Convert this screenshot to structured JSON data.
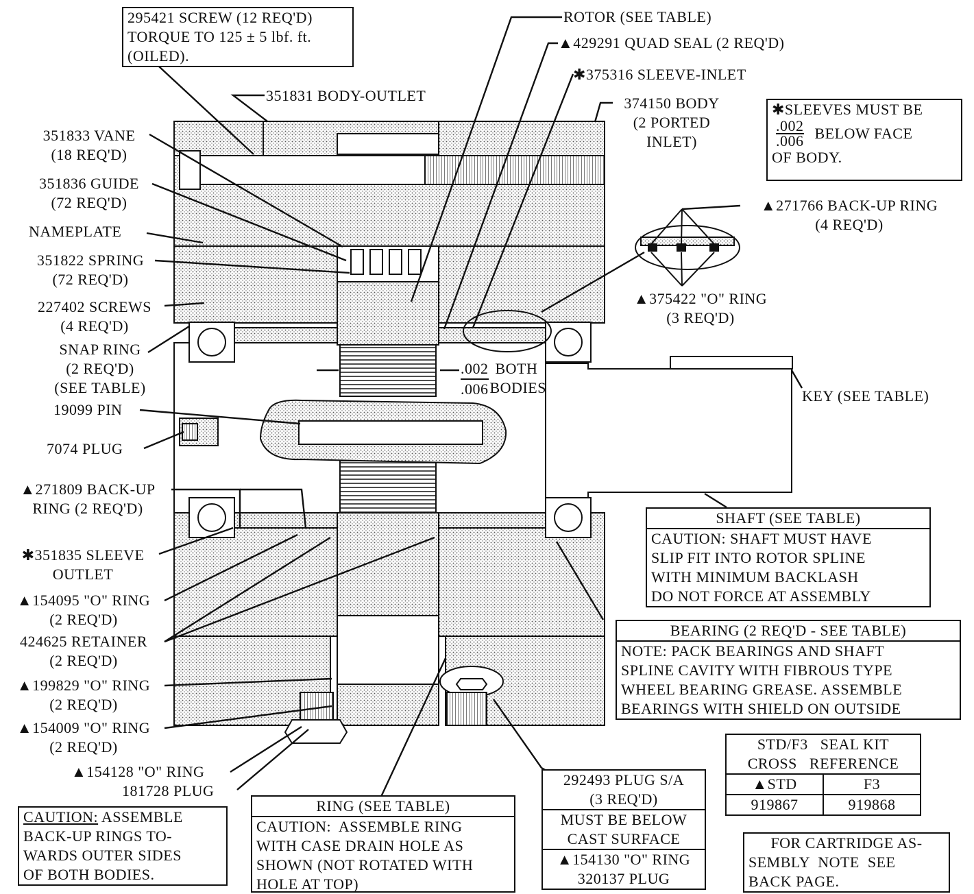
{
  "labels": {
    "screw_box": [
      "295421 SCREW (12 REQ'D)",
      "TORQUE TO 125 ± 5 lbf. ft.",
      "(OILED)."
    ],
    "body_outlet": "351831 BODY-OUTLET",
    "rotor": "ROTOR (SEE TABLE)",
    "quad_seal": "▲429291 QUAD SEAL (2 REQ'D)",
    "sleeve_inlet": "✱375316 SLEEVE-INLET",
    "body_inlet": [
      "374150 BODY",
      "(2 PORTED",
      "INLET)"
    ],
    "vane": [
      "351833 VANE",
      "(18 REQ'D)"
    ],
    "guide": [
      "351836 GUIDE",
      "(72 REQ'D)"
    ],
    "nameplate": "NAMEPLATE",
    "spring": [
      "351822 SPRING",
      "(72 REQ'D)"
    ],
    "screws": [
      "227402 SCREWS",
      "(4 REQ'D)"
    ],
    "snap_ring": [
      "SNAP RING",
      "(2 REQ'D)",
      "(SEE TABLE)"
    ],
    "pin": "19099 PIN",
    "plug_7074": "7074 PLUG",
    "backup_271809": [
      "▲271809 BACK-UP",
      "RING (2 REQ'D)"
    ],
    "sleeve_outlet": [
      "✱351835 SLEEVE",
      "OUTLET"
    ],
    "oring_154095": [
      "▲154095 \"O\" RING",
      "(2 REQ'D)"
    ],
    "retainer": [
      "424625 RETAINER",
      "(2 REQ'D)"
    ],
    "oring_199829": [
      "▲199829 \"O\" RING",
      "(2 REQ'D)"
    ],
    "oring_154009": [
      "▲154009 \"O\" RING",
      "(2 REQ'D)"
    ],
    "oring_154128": "▲154128 \"O\" RING",
    "plug_181728": "181728 PLUG",
    "backup_271766": [
      "▲271766 BACK-UP RING",
      "(4 REQ'D)"
    ],
    "oring_375422": [
      "▲375422 \"O\" RING",
      "(3 REQ'D)"
    ],
    "clearance": {
      "num": ".002",
      "den": ".006",
      "text1": "BOTH",
      "text2": "BODIES"
    },
    "key": "KEY (SEE TABLE)"
  },
  "boxes": {
    "sleeves_note": {
      "line1": "✱SLEEVES MUST BE",
      "num": ".002",
      "den": ".006",
      "line2": "BELOW FACE",
      "line3": "OF BODY."
    },
    "shaft": {
      "header": "SHAFT (SEE TABLE)",
      "lines": [
        "CAUTION: SHAFT MUST HAVE",
        "SLIP FIT INTO ROTOR SPLINE",
        "WITH MINIMUM BACKLASH",
        "DO NOT FORCE AT ASSEMBLY"
      ]
    },
    "bearing": {
      "header": "BEARING (2 REQ'D - SEE TABLE)",
      "lines": [
        "NOTE: PACK BEARINGS AND SHAFT",
        "SPLINE CAVITY WITH FIBROUS TYPE",
        "WHEEL BEARING GREASE. ASSEMBLE",
        "BEARINGS WITH SHIELD ON OUTSIDE"
      ]
    },
    "seal_kit": {
      "title1": "STD/F3   SEAL KIT",
      "title2": "CROSS   REFERENCE",
      "col1": "▲STD",
      "col2": "F3",
      "val1": "919867",
      "val2": "919868"
    },
    "plug_box": {
      "lines1": [
        "292493 PLUG S/A",
        "(3 REQ'D)"
      ],
      "lines2": [
        "MUST BE BELOW",
        "CAST SURFACE"
      ],
      "lines3": [
        "▲154130 \"O\" RING",
        "320137 PLUG"
      ]
    },
    "ring": {
      "header": "RING (SEE TABLE)",
      "lines": [
        "CAUTION:  ASSEMBLE RING",
        "WITH CASE DRAIN HOLE AS",
        "SHOWN (NOT ROTATED WITH",
        "HOLE AT TOP)"
      ]
    },
    "caution_backup": {
      "word": "CAUTION:",
      "rest": "ASSEMBLE",
      "lines": [
        "BACK-UP RINGS TO-",
        "WARDS OUTER SIDES",
        "OF BOTH BODIES."
      ]
    },
    "cartridge": {
      "lines": [
        "FOR CARTRIDGE AS-",
        "SEMBLY  NOTE  SEE",
        "BACK PAGE."
      ]
    }
  }
}
